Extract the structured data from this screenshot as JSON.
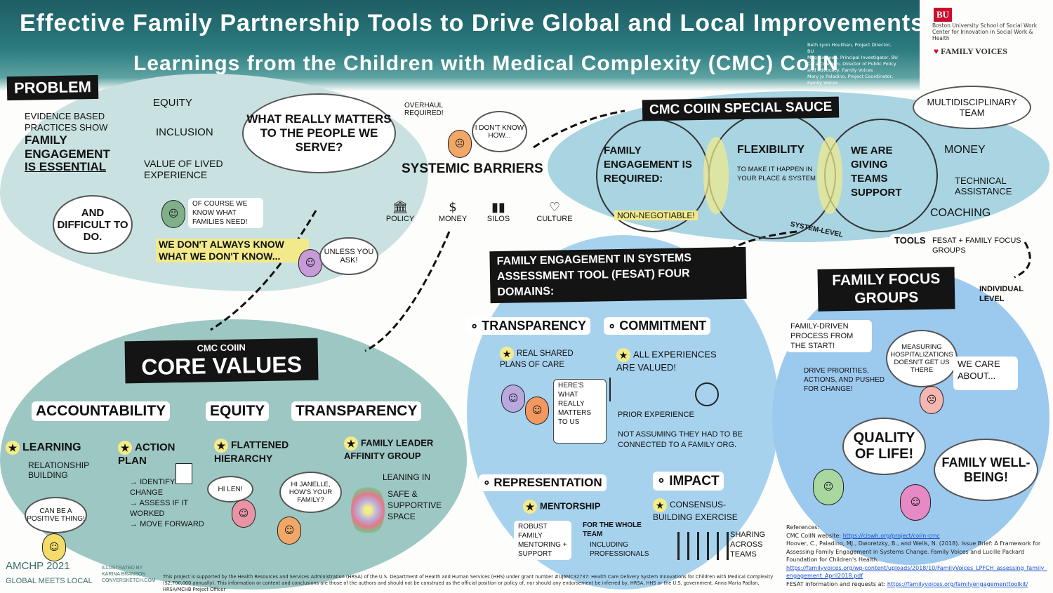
{
  "header": {
    "title_line1": "Effective Family Partnership Tools to Drive Global and Local Improvements:",
    "title_line2": "Learnings from the Children with Medical Complexity (CMC) CoIIN",
    "authors": [
      "Beth Lynn Houlihan, Project Director, BU",
      "Meg Comeau, Principal Investigator, BU",
      "Cara Coleman, Director of Public Policy and Advocacy, Family Voices",
      "Mary Jo Paladino, Project Coordinator, Family Voices"
    ],
    "bu_logo": "BU",
    "bu_school": "Boston University School of Social Work",
    "bu_center": "Center for Innovation in Social Work & Health",
    "fv_logo": "FAMILY VOICES"
  },
  "problem": {
    "label": "Problem",
    "statement_1": "Evidence based practices show",
    "statement_2": "Family Engagement",
    "statement_3": "is Essential",
    "branches": [
      "Equity",
      "Inclusion",
      "Value of lived experience"
    ],
    "difficult": "And difficult to do.",
    "what_matters": "What really matters to the people we serve?",
    "quote_known": "Of course we know what families need!",
    "dont_know": "We don't always know what we don't know...",
    "unless": "Unless you ask!"
  },
  "barriers": {
    "overhaul": "Overhaul required!",
    "dont_know_how": "I don't know how...",
    "label": "Systemic Barriers",
    "items": [
      "Policy",
      "Money",
      "Silos",
      "Culture"
    ]
  },
  "sauce": {
    "label": "CMC CoIIN Special Sauce",
    "circle1": "Family Engagement is Required:",
    "non_negotiable": "Non-negotiable!",
    "circle2_title": "Flexibility",
    "circle2_text": "To make it happen in your place & system",
    "circle3": "We are giving teams support",
    "multidisciplinary": "Multidisciplinary team",
    "supports": [
      "Money",
      "Technical assistance",
      "Coaching"
    ],
    "tools": "Tools",
    "tools_text": "FESAT + Family focus groups",
    "system_level": "System-level",
    "individual_level": "Individual level"
  },
  "core_values": {
    "small_label": "CMC CoIIN",
    "label": "Core Values",
    "values": [
      "Accountability",
      "Equity",
      "Transparency"
    ],
    "learning": "Learning",
    "learning_sub": "Relationship building",
    "positive": "Can be a positive thing!",
    "action_plan": "Action plan",
    "action_items": [
      "Identify change",
      "Assess if it worked",
      "Move forward"
    ],
    "flattened": "Flattened hierarchy",
    "hi_len": "Hi Len!",
    "hi_janelle": "Hi Janelle, how's your family?",
    "family_leader": "Family leader affinity group",
    "leaning_in": "Leaning in",
    "safe_space": "Safe & supportive space"
  },
  "fesat": {
    "label": "Family Engagement in Systems Assessment Tool (FESAT) Four Domains:",
    "domains": [
      "Transparency",
      "Commitment",
      "Representation",
      "Impact"
    ],
    "real_shared": "Real shared plans of care",
    "heres_what": "Here's what really matters to us",
    "all_experiences": "All experiences are valued!",
    "prior_experience": "Prior experience",
    "not_assuming": "Not assuming they had to be connected to a family org.",
    "mentorship": "Mentorship",
    "robust": "Robust family mentoring + support",
    "whole_team": "For the whole team",
    "including": "Including professionals",
    "consensus": "Consensus-building exercise",
    "sharing": "Sharing across teams"
  },
  "focus_groups": {
    "label": "Family Focus Groups",
    "family_driven": "Family-driven process from the start!",
    "drive": "Drive priorities, actions, and pushed for change!",
    "measuring": "Measuring hospitalizations doesn't get us there",
    "we_care": "We care about...",
    "quality": "Quality of life!",
    "well_being": "Family well-being!"
  },
  "footer": {
    "amchp": "AMCHP 2021",
    "global": "Global Meets Local",
    "illustrated": "Illustrated by Karina Branson ConverSketch.com",
    "funding": "This project is supported by the Health Resources and Services Administration (HRSA) of the U.S. Department of Health and Human Services (HHS) under grant number #UJ6MC32737: Health Care Delivery System Innovations for Children with Medical Complexity ($2,700,000 annually). This information or content and conclusions are those of the authors and should not be construed as the official position or policy of, nor should any endorsement be inferred by, HRSA, HHS or the U.S. government. Anna Maria Padlan, HRSA/MCHB Project Officer",
    "references_title": "References:",
    "ref1_label": "CMC CoIIN website:",
    "ref1_link": "https://ciswh.org/project/coiin-cmc",
    "ref2": "Hoover, C., Paladino, MJ., Dworetzky, B., and Wells, N. (2018). Issue Brief: A Framework for Assessing Family Engagement in Systems Change. Family Voices and Lucille Packard Foundation for Children's Health.",
    "ref2_link": "https://familyvoices.org/wp-content/uploads/2018/10/FamilyVoices_LPFCH_assessing_family_engagement_April2018.pdf",
    "ref3_label": "FESAT information and requests at:",
    "ref3_link": "https://familyvoices.org/familyengagementtoolkit/"
  },
  "colors": {
    "header_teal": "#1d5d63",
    "light_teal": "#c9e1e1",
    "blue": "#a7d2ee",
    "highlight_yellow": "#f2ea8a",
    "bu_red": "#c8102e"
  }
}
